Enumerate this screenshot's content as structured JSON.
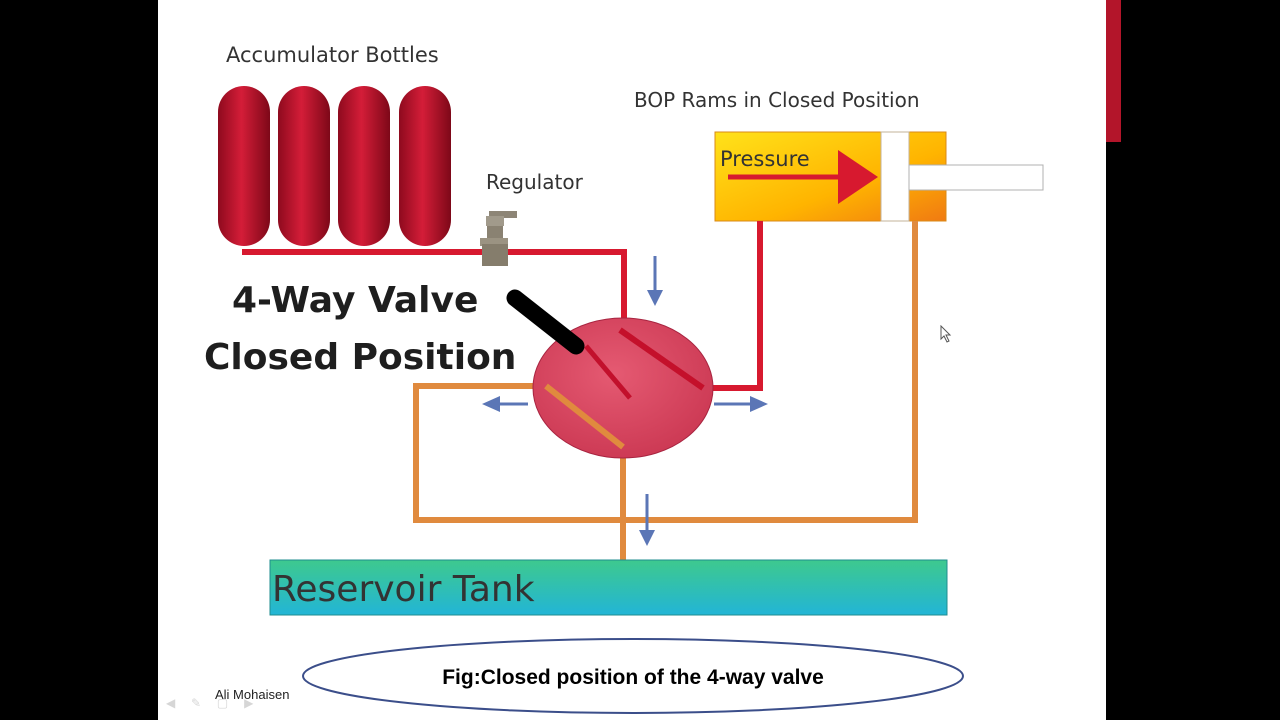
{
  "diagram": {
    "accumulator_label": "Accumulator Bottles",
    "regulator_label": "Regulator",
    "bop_label": "BOP Rams in Closed Position",
    "pressure_label": "Pressure",
    "valve_title_line1": "4-Way Valve",
    "valve_title_line2": "Closed Position",
    "reservoir_label": "Reservoir Tank",
    "caption": "Fig:Closed position of the 4-way valve"
  },
  "footer": {
    "author": "Ali Mohaisen"
  },
  "colors": {
    "bottle_red": "#c0102a",
    "pressure_line": "#d7192f",
    "return_line": "#e08a3e",
    "flow_arrow": "#5b76b6",
    "valve_body": "#d9465f",
    "reservoir_top": "#3ec98e",
    "reservoir_bottom": "#22b5d6",
    "accent_bar": "#b3152a"
  },
  "icons": [
    "cursor-arrow-icon",
    "flow-arrow-icon",
    "slide-nav-icon"
  ]
}
